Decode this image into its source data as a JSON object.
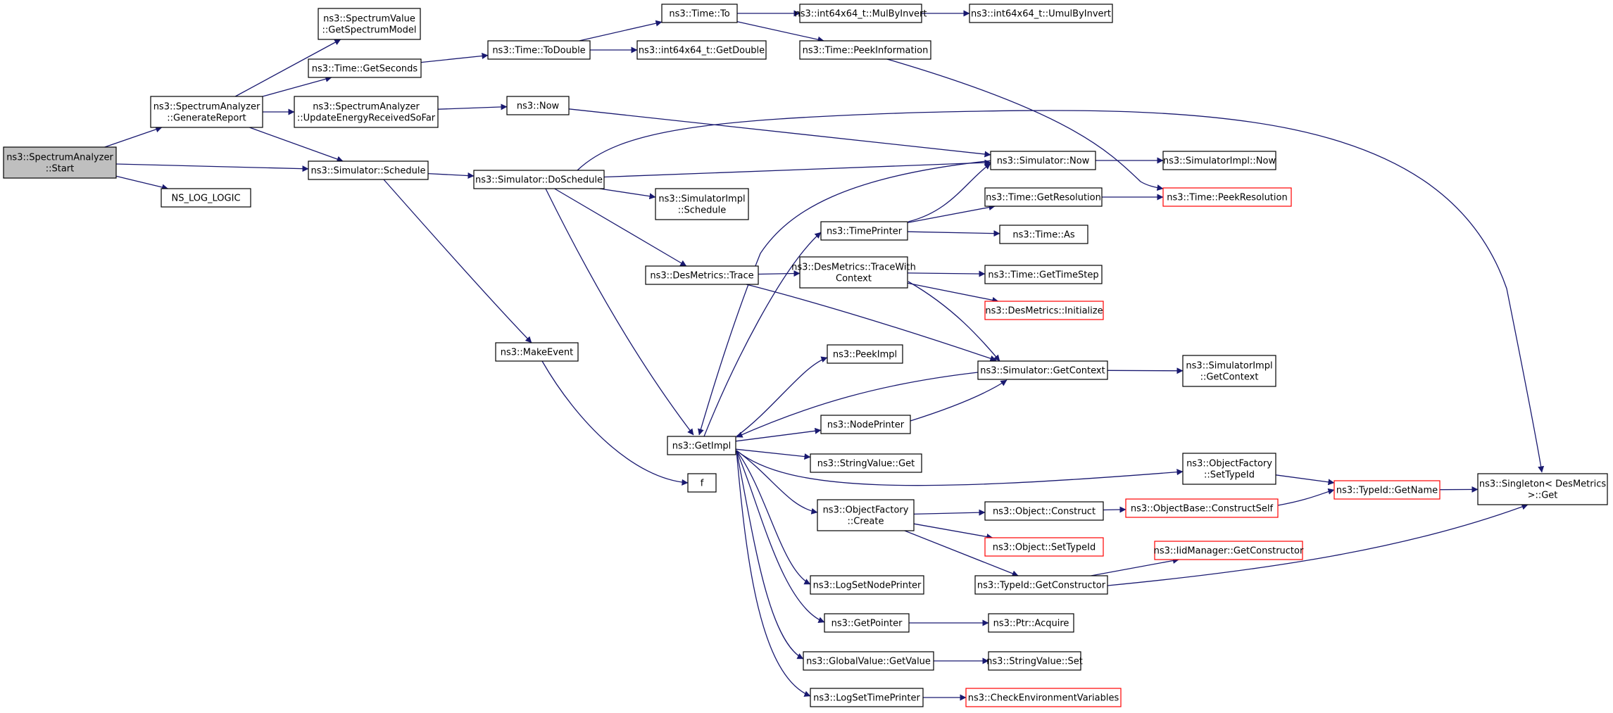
{
  "colors": {
    "edge": "#191970",
    "node_border": "#000000",
    "truncated_border": "#ff0000",
    "root_fill": "#bfbfbf",
    "node_fill": "#ffffff"
  },
  "nodes": [
    {
      "id": "start",
      "lines": [
        "ns3::SpectrumAnalyzer",
        "::Start"
      ],
      "root": true
    },
    {
      "id": "genreport",
      "lines": [
        "ns3::SpectrumAnalyzer",
        "::GenerateReport"
      ]
    },
    {
      "id": "schedule",
      "lines": [
        "ns3::Simulator::Schedule"
      ]
    },
    {
      "id": "nslog",
      "lines": [
        "NS_LOG_LOGIC"
      ]
    },
    {
      "id": "getspecmodel",
      "lines": [
        "ns3::SpectrumValue",
        "::GetSpectrumModel"
      ]
    },
    {
      "id": "getseconds",
      "lines": [
        "ns3::Time::GetSeconds"
      ]
    },
    {
      "id": "updenergy",
      "lines": [
        "ns3::SpectrumAnalyzer",
        "::UpdateEnergyReceivedSoFar"
      ]
    },
    {
      "id": "todouble",
      "lines": [
        "ns3::Time::ToDouble"
      ]
    },
    {
      "id": "now",
      "lines": [
        "ns3::Now"
      ]
    },
    {
      "id": "doschedule",
      "lines": [
        "ns3::Simulator::DoSchedule"
      ]
    },
    {
      "id": "makeevent",
      "lines": [
        "ns3::MakeEvent"
      ]
    },
    {
      "id": "timeto",
      "lines": [
        "ns3::Time::To"
      ]
    },
    {
      "id": "getdouble",
      "lines": [
        "ns3::int64x64_t::GetDouble"
      ]
    },
    {
      "id": "mulbyinvert",
      "lines": [
        "ns3::int64x64_t::MulByInvert"
      ]
    },
    {
      "id": "umulbyinvert",
      "lines": [
        "ns3::int64x64_t::UmulByInvert"
      ]
    },
    {
      "id": "peekinfo",
      "lines": [
        "ns3::Time::PeekInformation"
      ]
    },
    {
      "id": "simnow",
      "lines": [
        "ns3::Simulator::Now"
      ]
    },
    {
      "id": "simimplnow",
      "lines": [
        "ns3::SimulatorImpl::Now"
      ]
    },
    {
      "id": "simimplsched",
      "lines": [
        "ns3::SimulatorImpl",
        "::Schedule"
      ]
    },
    {
      "id": "destrace",
      "lines": [
        "ns3::DesMetrics::Trace"
      ]
    },
    {
      "id": "getimpl",
      "lines": [
        "ns3::GetImpl"
      ]
    },
    {
      "id": "f",
      "lines": [
        "f"
      ]
    },
    {
      "id": "timeprinter",
      "lines": [
        "ns3::TimePrinter"
      ]
    },
    {
      "id": "getresolution",
      "lines": [
        "ns3::Time::GetResolution"
      ]
    },
    {
      "id": "peekresolution",
      "lines": [
        "ns3::Time::PeekResolution"
      ],
      "truncated": true
    },
    {
      "id": "timeas",
      "lines": [
        "ns3::Time::As"
      ]
    },
    {
      "id": "tracewithctx",
      "lines": [
        "ns3::DesMetrics::TraceWith",
        "Context"
      ]
    },
    {
      "id": "gettimestep",
      "lines": [
        "ns3::Time::GetTimeStep"
      ]
    },
    {
      "id": "desinit",
      "lines": [
        "ns3::DesMetrics::Initialize"
      ],
      "truncated": true
    },
    {
      "id": "peekimpl",
      "lines": [
        "ns3::PeekImpl"
      ]
    },
    {
      "id": "getcontext",
      "lines": [
        "ns3::Simulator::GetContext"
      ]
    },
    {
      "id": "simimplgetctx",
      "lines": [
        "ns3::SimulatorImpl",
        "::GetContext"
      ]
    },
    {
      "id": "nodeprinter",
      "lines": [
        "ns3::NodePrinter"
      ]
    },
    {
      "id": "stringget",
      "lines": [
        "ns3::StringValue::Get"
      ]
    },
    {
      "id": "ofsettypeid",
      "lines": [
        "ns3::ObjectFactory",
        "::SetTypeId"
      ]
    },
    {
      "id": "typeidgetname",
      "lines": [
        "ns3::TypeId::GetName"
      ],
      "truncated": true
    },
    {
      "id": "singletonget",
      "lines": [
        "ns3::Singleton< DesMetrics",
        ">::Get"
      ]
    },
    {
      "id": "objconstruct",
      "lines": [
        "ns3::Object::Construct"
      ]
    },
    {
      "id": "constructself",
      "lines": [
        "ns3::ObjectBase::ConstructSelf"
      ],
      "truncated": true
    },
    {
      "id": "ofcreate",
      "lines": [
        "ns3::ObjectFactory",
        "::Create"
      ]
    },
    {
      "id": "objsettypeid",
      "lines": [
        "ns3::Object::SetTypeId"
      ],
      "truncated": true
    },
    {
      "id": "iidgetctor",
      "lines": [
        "ns3::IidManager::GetConstructor"
      ],
      "truncated": true
    },
    {
      "id": "typeidgetctor",
      "lines": [
        "ns3::TypeId::GetConstructor"
      ]
    },
    {
      "id": "lognodeprinter",
      "lines": [
        "ns3::LogSetNodePrinter"
      ]
    },
    {
      "id": "getpointer",
      "lines": [
        "ns3::GetPointer"
      ]
    },
    {
      "id": "ptracquire",
      "lines": [
        "ns3::Ptr::Acquire"
      ]
    },
    {
      "id": "globalgetvalue",
      "lines": [
        "ns3::GlobalValue::GetValue"
      ]
    },
    {
      "id": "stringset",
      "lines": [
        "ns3::StringValue::Set"
      ]
    },
    {
      "id": "logtimeprinter",
      "lines": [
        "ns3::LogSetTimePrinter"
      ]
    },
    {
      "id": "checkenv",
      "lines": [
        "ns3::CheckEnvironmentVariables"
      ],
      "truncated": true
    }
  ],
  "edges": [
    [
      "start",
      "genreport"
    ],
    [
      "start",
      "schedule"
    ],
    [
      "start",
      "nslog"
    ],
    [
      "genreport",
      "getspecmodel"
    ],
    [
      "genreport",
      "getseconds"
    ],
    [
      "genreport",
      "updenergy"
    ],
    [
      "genreport",
      "schedule"
    ],
    [
      "getseconds",
      "todouble"
    ],
    [
      "todouble",
      "timeto"
    ],
    [
      "todouble",
      "getdouble"
    ],
    [
      "timeto",
      "mulbyinvert"
    ],
    [
      "timeto",
      "peekinfo"
    ],
    [
      "mulbyinvert",
      "umulbyinvert"
    ],
    [
      "peekinfo",
      "peekresolution"
    ],
    [
      "updenergy",
      "now"
    ],
    [
      "now",
      "simnow"
    ],
    [
      "schedule",
      "doschedule"
    ],
    [
      "schedule",
      "makeevent"
    ],
    [
      "makeevent",
      "f"
    ],
    [
      "doschedule",
      "simnow"
    ],
    [
      "doschedule",
      "singletonget"
    ],
    [
      "doschedule",
      "simimplsched"
    ],
    [
      "doschedule",
      "destrace"
    ],
    [
      "doschedule",
      "getimpl"
    ],
    [
      "simnow",
      "simimplnow"
    ],
    [
      "simnow",
      "getimpl"
    ],
    [
      "destrace",
      "tracewithctx"
    ],
    [
      "destrace",
      "getcontext"
    ],
    [
      "tracewithctx",
      "gettimestep"
    ],
    [
      "tracewithctx",
      "desinit"
    ],
    [
      "tracewithctx",
      "getcontext"
    ],
    [
      "getcontext",
      "simimplgetctx"
    ],
    [
      "getcontext",
      "getimpl"
    ],
    [
      "getimpl",
      "timeprinter"
    ],
    [
      "getimpl",
      "peekimpl"
    ],
    [
      "getimpl",
      "nodeprinter"
    ],
    [
      "getimpl",
      "stringget"
    ],
    [
      "getimpl",
      "ofsettypeid"
    ],
    [
      "getimpl",
      "ofcreate"
    ],
    [
      "getimpl",
      "lognodeprinter"
    ],
    [
      "getimpl",
      "getpointer"
    ],
    [
      "getimpl",
      "globalgetvalue"
    ],
    [
      "getimpl",
      "logtimeprinter"
    ],
    [
      "timeprinter",
      "simnow"
    ],
    [
      "timeprinter",
      "getresolution"
    ],
    [
      "timeprinter",
      "timeas"
    ],
    [
      "getresolution",
      "peekresolution"
    ],
    [
      "nodeprinter",
      "getcontext"
    ],
    [
      "ofsettypeid",
      "typeidgetname"
    ],
    [
      "typeidgetname",
      "singletonget"
    ],
    [
      "ofcreate",
      "objconstruct"
    ],
    [
      "ofcreate",
      "objsettypeid"
    ],
    [
      "ofcreate",
      "typeidgetctor"
    ],
    [
      "objconstruct",
      "constructself"
    ],
    [
      "constructself",
      "typeidgetname"
    ],
    [
      "typeidgetctor",
      "iidgetctor"
    ],
    [
      "typeidgetctor",
      "singletonget"
    ],
    [
      "getpointer",
      "ptracquire"
    ],
    [
      "globalgetvalue",
      "stringset"
    ],
    [
      "logtimeprinter",
      "checkenv"
    ]
  ]
}
